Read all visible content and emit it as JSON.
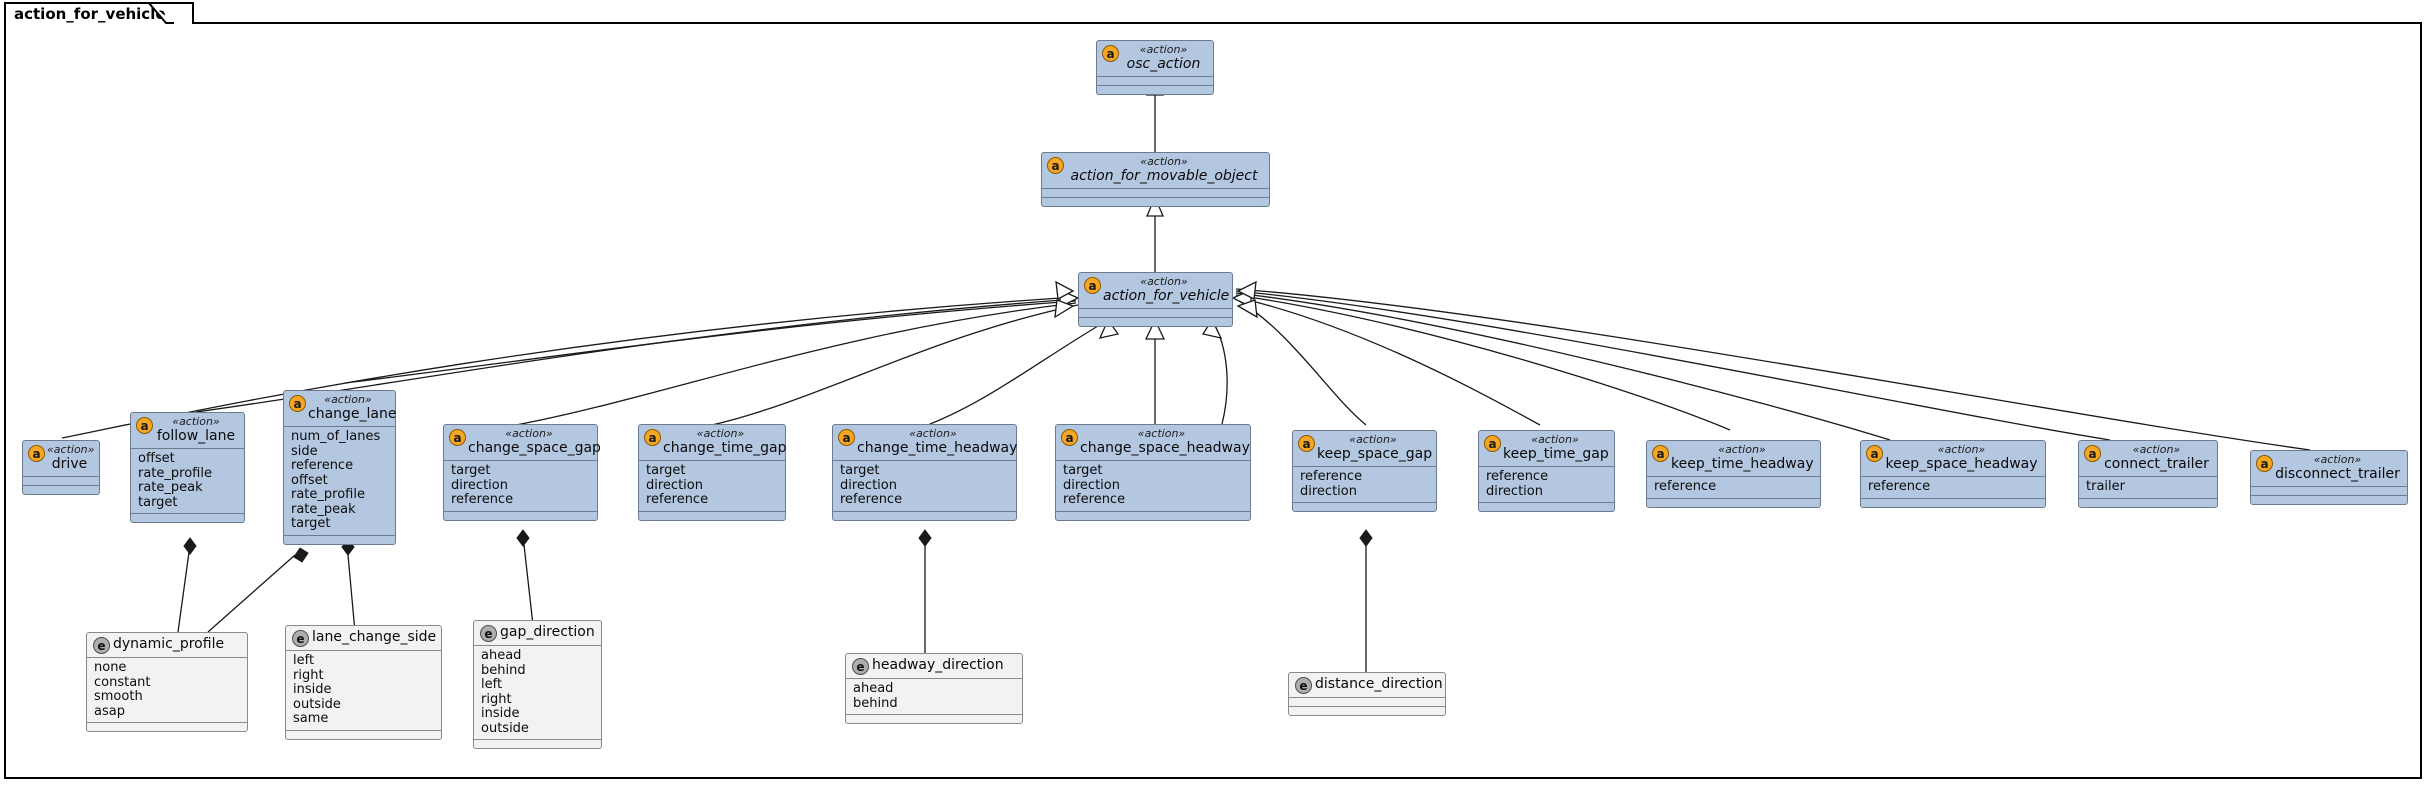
{
  "package": {
    "title": "action_for_vehicle"
  },
  "stereotype_label": "«action»",
  "icons": {
    "action_badge": "a",
    "enum_badge": "e"
  },
  "colors": {
    "class_fill": "#b4c7e1",
    "class_border": "#6d7b8f",
    "enum_fill": "#f2f2f2",
    "enum_border": "#8a8a8a",
    "action_badge": "#f5a623",
    "enum_badge": "#aeaeae",
    "edge": "#1a1a1a",
    "frame": "#000000"
  },
  "classes": [
    {
      "id": "osc_action",
      "name": "osc_action",
      "stereotype": "«action»",
      "attributes": []
    },
    {
      "id": "action_for_movable_object",
      "name": "action_for_movable_object",
      "stereotype": "«action»",
      "attributes": []
    },
    {
      "id": "action_for_vehicle",
      "name": "action_for_vehicle",
      "stereotype": "«action»",
      "attributes": []
    },
    {
      "id": "drive",
      "name": "drive",
      "stereotype": "«action»",
      "attributes": []
    },
    {
      "id": "follow_lane",
      "name": "follow_lane",
      "stereotype": "«action»",
      "attributes": [
        "offset",
        "rate_profile",
        "rate_peak",
        "target"
      ]
    },
    {
      "id": "change_lane",
      "name": "change_lane",
      "stereotype": "«action»",
      "attributes": [
        "num_of_lanes",
        "side",
        "reference",
        "offset",
        "rate_profile",
        "rate_peak",
        "target"
      ]
    },
    {
      "id": "change_space_gap",
      "name": "change_space_gap",
      "stereotype": "«action»",
      "attributes": [
        "target",
        "direction",
        "reference"
      ]
    },
    {
      "id": "change_time_gap",
      "name": "change_time_gap",
      "stereotype": "«action»",
      "attributes": [
        "target",
        "direction",
        "reference"
      ]
    },
    {
      "id": "change_time_headway",
      "name": "change_time_headway",
      "stereotype": "«action»",
      "attributes": [
        "target",
        "direction",
        "reference"
      ]
    },
    {
      "id": "change_space_headway",
      "name": "change_space_headway",
      "stereotype": "«action»",
      "attributes": [
        "target",
        "direction",
        "reference"
      ]
    },
    {
      "id": "keep_space_gap",
      "name": "keep_space_gap",
      "stereotype": "«action»",
      "attributes": [
        "reference",
        "direction"
      ]
    },
    {
      "id": "keep_time_gap",
      "name": "keep_time_gap",
      "stereotype": "«action»",
      "attributes": [
        "reference",
        "direction"
      ]
    },
    {
      "id": "keep_time_headway",
      "name": "keep_time_headway",
      "stereotype": "«action»",
      "attributes": [
        "reference"
      ]
    },
    {
      "id": "keep_space_headway",
      "name": "keep_space_headway",
      "stereotype": "«action»",
      "attributes": [
        "reference"
      ]
    },
    {
      "id": "connect_trailer",
      "name": "connect_trailer",
      "stereotype": "«action»",
      "attributes": [
        "trailer"
      ]
    },
    {
      "id": "disconnect_trailer",
      "name": "disconnect_trailer",
      "stereotype": "«action»",
      "attributes": []
    }
  ],
  "enumerations": [
    {
      "id": "dynamic_profile",
      "name": "dynamic_profile",
      "literals": [
        "none",
        "constant",
        "smooth",
        "asap"
      ]
    },
    {
      "id": "lane_change_side",
      "name": "lane_change_side",
      "literals": [
        "left",
        "right",
        "inside",
        "outside",
        "same"
      ]
    },
    {
      "id": "gap_direction",
      "name": "gap_direction",
      "literals": [
        "ahead",
        "behind",
        "left",
        "right",
        "inside",
        "outside"
      ]
    },
    {
      "id": "headway_direction",
      "name": "headway_direction",
      "literals": [
        "ahead",
        "behind"
      ]
    },
    {
      "id": "distance_direction",
      "name": "distance_direction",
      "literals": []
    }
  ],
  "relationships": {
    "generalizations": [
      {
        "from": "action_for_movable_object",
        "to": "osc_action"
      },
      {
        "from": "action_for_vehicle",
        "to": "action_for_movable_object"
      },
      {
        "from": "drive",
        "to": "action_for_vehicle"
      },
      {
        "from": "follow_lane",
        "to": "action_for_vehicle"
      },
      {
        "from": "change_lane",
        "to": "action_for_vehicle"
      },
      {
        "from": "change_space_gap",
        "to": "action_for_vehicle"
      },
      {
        "from": "change_time_gap",
        "to": "action_for_vehicle"
      },
      {
        "from": "change_time_headway",
        "to": "action_for_vehicle"
      },
      {
        "from": "change_space_headway",
        "to": "action_for_vehicle"
      },
      {
        "from": "keep_space_gap",
        "to": "action_for_vehicle"
      },
      {
        "from": "keep_time_gap",
        "to": "action_for_vehicle"
      },
      {
        "from": "keep_time_headway",
        "to": "action_for_vehicle"
      },
      {
        "from": "keep_space_headway",
        "to": "action_for_vehicle"
      },
      {
        "from": "connect_trailer",
        "to": "action_for_vehicle"
      },
      {
        "from": "disconnect_trailer",
        "to": "action_for_vehicle"
      }
    ],
    "compositions": [
      {
        "from": "follow_lane",
        "to": "dynamic_profile"
      },
      {
        "from": "change_lane",
        "to": "dynamic_profile"
      },
      {
        "from": "change_lane",
        "to": "lane_change_side"
      },
      {
        "from": "change_space_gap",
        "to": "gap_direction"
      },
      {
        "from": "change_time_headway",
        "to": "headway_direction"
      },
      {
        "from": "keep_space_gap",
        "to": "distance_direction"
      }
    ]
  }
}
